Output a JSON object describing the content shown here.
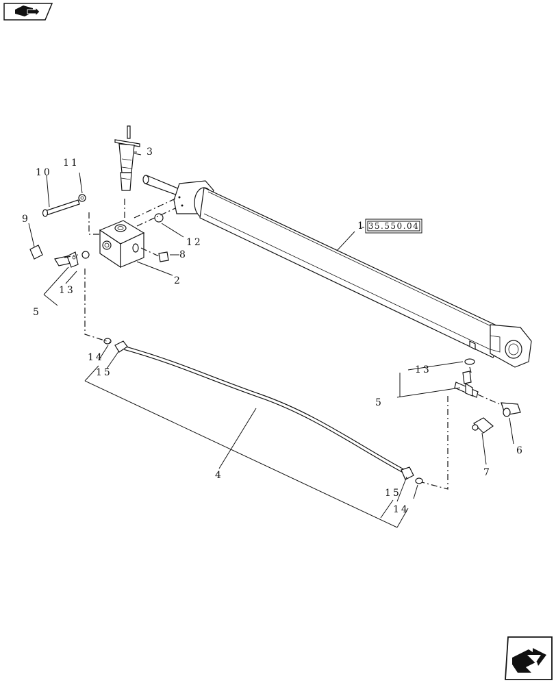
{
  "nav": {
    "back_icon": "book-back-arrow-icon",
    "next_icon": "page-next-arrow-icon"
  },
  "reference": {
    "code": "35.550.04"
  },
  "callouts": {
    "c1": "1",
    "c2": "2",
    "c3": "3",
    "c4": "4",
    "c5a": "5",
    "c5b": "5",
    "c6": "6",
    "c7": "7",
    "c8": "8",
    "c9": "9",
    "c10": "10",
    "c11": "11",
    "c12": "12",
    "c13a": "13",
    "c13b": "13",
    "c14a": "14",
    "c14b": "14",
    "c15a": "15",
    "c15b": "15"
  }
}
